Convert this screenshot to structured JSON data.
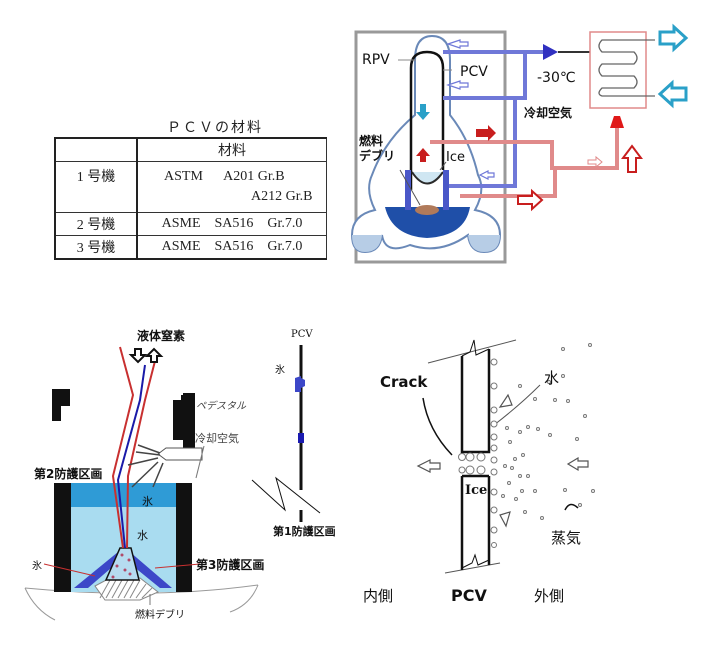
{
  "table": {
    "title": "ＰＣＶの材料",
    "header": [
      "",
      "材料"
    ],
    "rows": [
      {
        "unit": "1 号機",
        "lines": [
          "ASTM      A201 Gr.B",
          "A212 Gr.B"
        ]
      },
      {
        "unit": "2 号機",
        "lines": [
          "ASME    SA516    Gr.7.0"
        ]
      },
      {
        "unit": "3 号機",
        "lines": [
          "ASME    SA516    Gr.7.0"
        ]
      }
    ]
  },
  "cooling_diagram": {
    "labels": {
      "rpv": "RPV",
      "pcv": "PCV",
      "temperature": "-30℃",
      "cooling_air": "冷却空気",
      "fuel_debris": [
        "燃料",
        "デブリ"
      ],
      "ice": "Ice"
    },
    "colors": {
      "cold": "#4a57c8",
      "hot": "#d94a4a",
      "arrow_cyan": "#2aa0c8",
      "arrow_red": "#c81e1e",
      "water": "#1f4fa8"
    }
  },
  "pedestal_diagram": {
    "labels": {
      "liquid_nitrogen": "液体窒素",
      "pedestal": "ペデスタル",
      "cooling_air": "冷却空気",
      "barrier2": "第2防護区画",
      "barrier3": "第3防護区画",
      "ice_top": "氷",
      "water": "水",
      "ice_left": "氷",
      "fuel_debris": "燃料デブリ"
    },
    "colors": {
      "ice": "#2f9bd6",
      "water": "#a9dcf0",
      "nitrogen_in": "#1a1aa8",
      "pipe": "#c83030",
      "wall": "#111111",
      "ice_cone": "#3c47c8"
    }
  },
  "pcv_wall_diagram": {
    "labels": {
      "pcv": "PCV",
      "ice": "氷",
      "barrier1": "第1防護区画"
    }
  },
  "crack_diagram": {
    "labels": {
      "crack": "Crack",
      "water": "水",
      "ice": "Ice",
      "steam": "蒸気",
      "inside": "内側",
      "pcv": "PCV",
      "outside": "外側"
    }
  }
}
